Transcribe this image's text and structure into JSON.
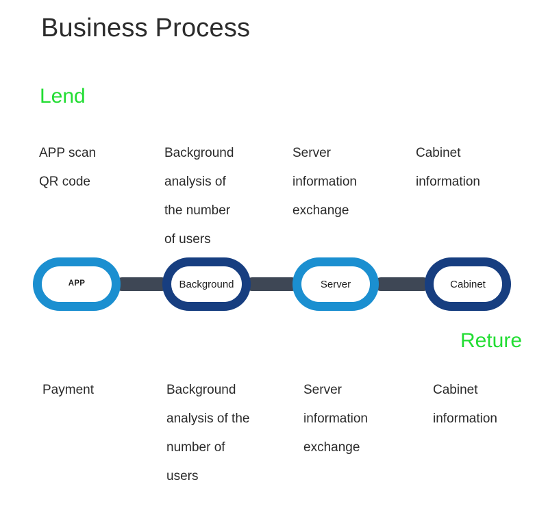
{
  "title": "Business Process",
  "colors": {
    "accent_green": "#22dd33",
    "link_light_blue": "#1b8fd0",
    "link_dark_navy": "#173e80",
    "connector_slate": "#3e4755",
    "text": "#2a2a2a"
  },
  "phases": {
    "lend": "Lend",
    "reture": "Reture"
  },
  "top_descriptions": [
    {
      "lines": [
        "APP scan",
        "QR code"
      ]
    },
    {
      "lines": [
        "Background",
        "analysis of",
        "the number",
        "of users"
      ]
    },
    {
      "lines": [
        "Server",
        "information",
        "exchange"
      ]
    },
    {
      "lines": [
        "Cabinet",
        "information"
      ]
    }
  ],
  "chain": {
    "links": [
      {
        "label": "APP",
        "style": "light",
        "emphasis": "small"
      },
      {
        "label": "Background",
        "style": "dark",
        "emphasis": "normal"
      },
      {
        "label": "Server",
        "style": "light",
        "emphasis": "normal"
      },
      {
        "label": "Cabinet",
        "style": "dark",
        "emphasis": "normal"
      }
    ],
    "connector_count": 3
  },
  "bottom_descriptions": [
    {
      "lines": [
        "Payment"
      ]
    },
    {
      "lines": [
        "Background",
        "analysis of the",
        "number of",
        "users"
      ]
    },
    {
      "lines": [
        "Server",
        "information",
        "exchange"
      ]
    },
    {
      "lines": [
        "Cabinet",
        "information"
      ]
    }
  ]
}
